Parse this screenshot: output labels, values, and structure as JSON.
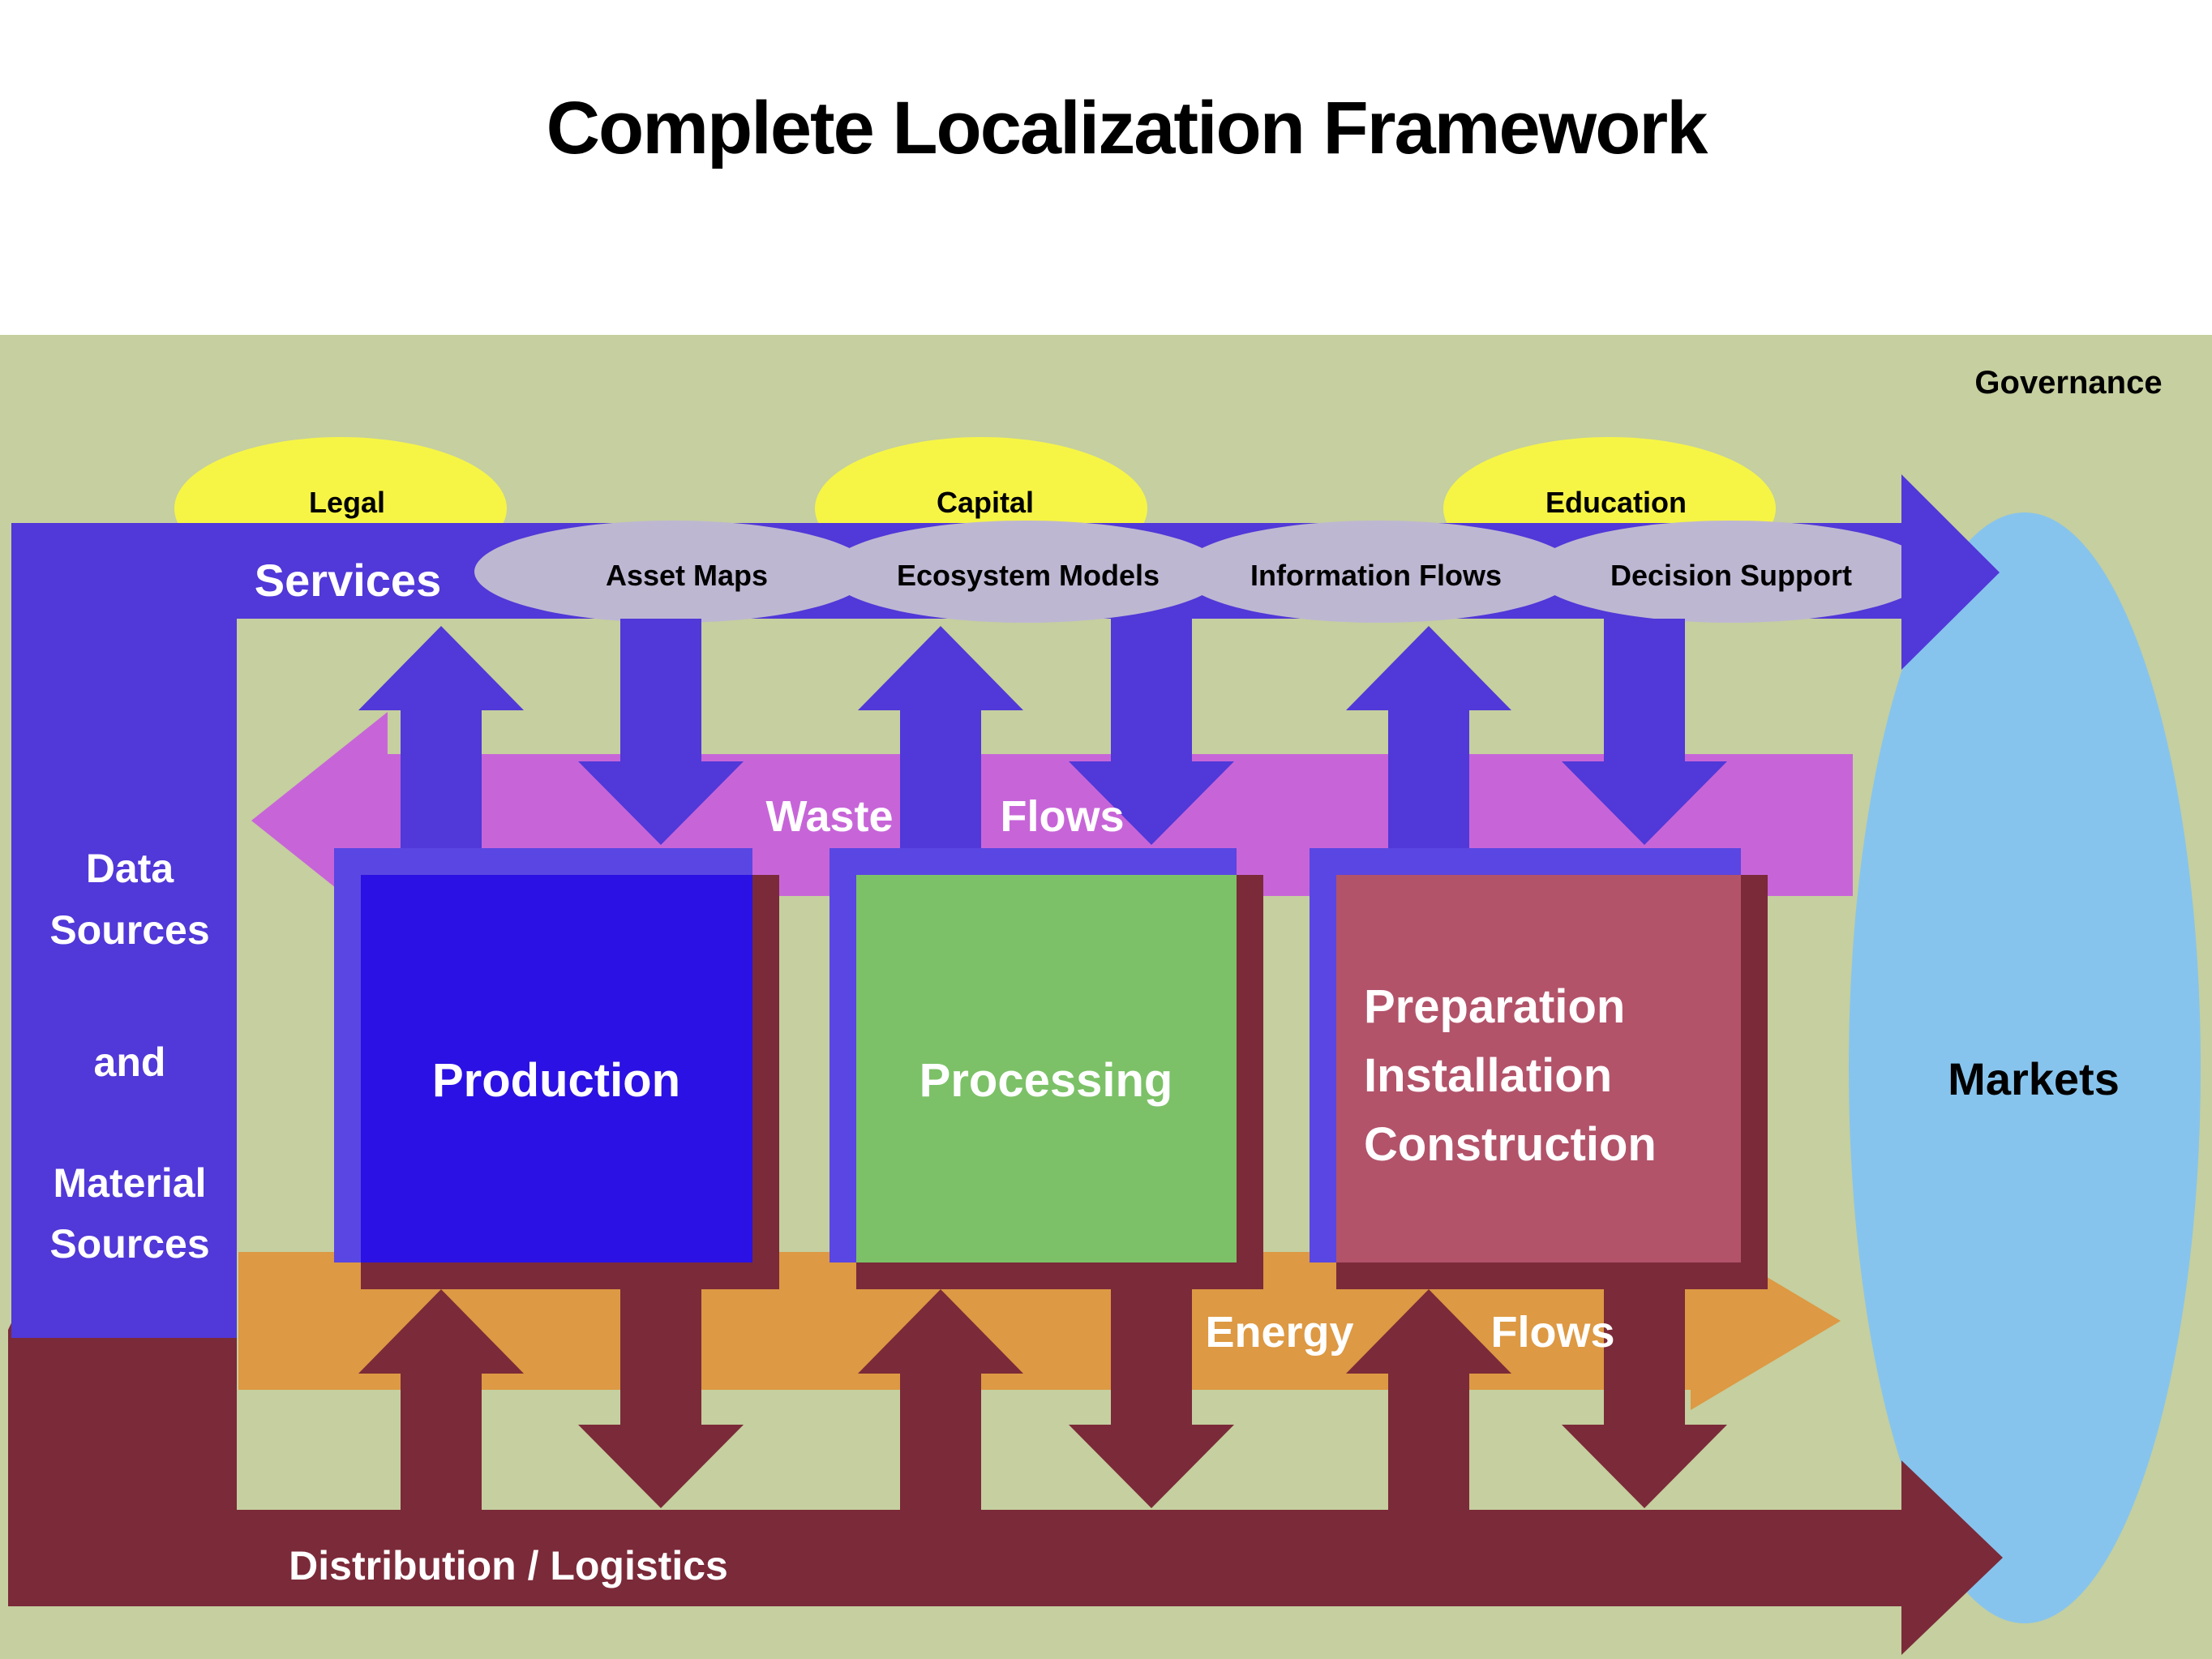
{
  "title": "Complete Localization Framework",
  "governance": "Governance",
  "colors": {
    "background_green": "#c5cf9f",
    "markets_blue": "#87c4ed",
    "topic_yellow": "#f6f546",
    "services_blue": "#5138d8",
    "frame_purple": "#5a46e2",
    "waste_magenta": "#c765d8",
    "energy_orange": "#dd9943",
    "flow_maroon": "#7b2a39",
    "chain_gray": "#beb7d2",
    "production_blue": "#2b11e3",
    "processing_green": "#7cc167",
    "preparation_rose": "#b2536a"
  },
  "top_ellipses": {
    "legal": "Legal",
    "capital": "Capital",
    "education": "Education"
  },
  "services": {
    "label": "Services",
    "chain": [
      "Asset Maps",
      "Ecosystem Models",
      "Information Flows",
      "Decision Support"
    ]
  },
  "left_panel": {
    "line1": "Data",
    "line2": "Sources",
    "line3": "and",
    "line4": "Material",
    "line5": "Sources"
  },
  "waste": {
    "word1": "Waste",
    "word2": "Flows"
  },
  "energy": {
    "word1": "Energy",
    "word2": "Flows"
  },
  "distribution": "Distribution / Logistics",
  "boxes": {
    "production": "Production",
    "processing": "Processing",
    "preparation": {
      "line1": "Preparation",
      "line2": "Installation",
      "line3": "Construction"
    }
  },
  "markets": "Markets"
}
